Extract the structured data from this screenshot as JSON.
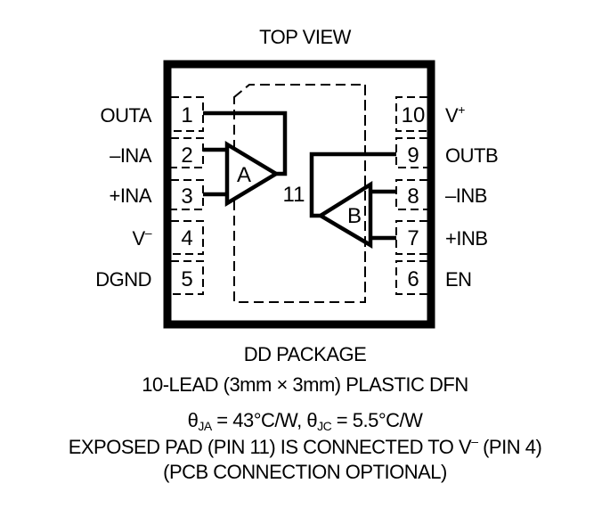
{
  "title": "TOP VIEW",
  "left_pins": [
    {
      "num": "1",
      "label": "OUTA"
    },
    {
      "num": "2",
      "label": "–INA"
    },
    {
      "num": "3",
      "label": "+INA"
    },
    {
      "num": "4",
      "label": "V",
      "sup": "–"
    },
    {
      "num": "5",
      "label": "DGND"
    }
  ],
  "right_pins": [
    {
      "num": "10",
      "label": "V",
      "sup": "+"
    },
    {
      "num": "9",
      "label": "OUTB"
    },
    {
      "num": "8",
      "label": "–INB"
    },
    {
      "num": "7",
      "label": "+INB"
    },
    {
      "num": "6",
      "label": "EN"
    }
  ],
  "exposed_pad_num": "11",
  "amp_a": "A",
  "amp_b": "B",
  "package": {
    "name": "DD PACKAGE",
    "desc": "10-LEAD (3mm × 3mm) PLASTIC DFN",
    "theta_sym1": "θ",
    "theta_sub1": "JA",
    "theta_val1": " = 43°C/W, ",
    "theta_sym2": "θ",
    "theta_sub2": "JC",
    "theta_val2": " = 5.5°C/W",
    "pad_note_pre": "EXPOSED PAD (PIN 11) IS CONNECTED TO V",
    "pad_note_sup": "–",
    "pad_note_post": " (PIN 4)",
    "pcb_note": "(PCB CONNECTION OPTIONAL)"
  }
}
